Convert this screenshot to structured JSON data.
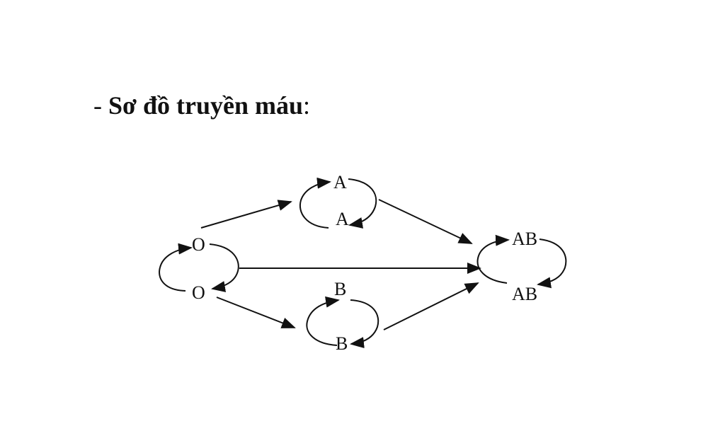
{
  "title": {
    "dash": "- ",
    "bold_text": "Sơ đồ truyền máu",
    "colon": ":"
  },
  "diagram": {
    "type": "blood-transfusion-diagram",
    "nodes": [
      {
        "id": "O",
        "top_label": "O",
        "bottom_label": "O"
      },
      {
        "id": "A",
        "top_label": "A",
        "bottom_label": "A"
      },
      {
        "id": "B",
        "top_label": "B",
        "bottom_label": "B"
      },
      {
        "id": "AB",
        "top_label": "AB",
        "bottom_label": "AB"
      }
    ],
    "edges": [
      {
        "from": "O",
        "to": "A"
      },
      {
        "from": "O",
        "to": "B"
      },
      {
        "from": "O",
        "to": "AB"
      },
      {
        "from": "A",
        "to": "AB"
      },
      {
        "from": "B",
        "to": "AB"
      },
      {
        "from": "O",
        "to": "O",
        "self_loop": true
      },
      {
        "from": "A",
        "to": "A",
        "self_loop": true
      },
      {
        "from": "B",
        "to": "B",
        "self_loop": true
      },
      {
        "from": "AB",
        "to": "AB",
        "self_loop": true
      }
    ],
    "stroke_color": "#111111"
  }
}
